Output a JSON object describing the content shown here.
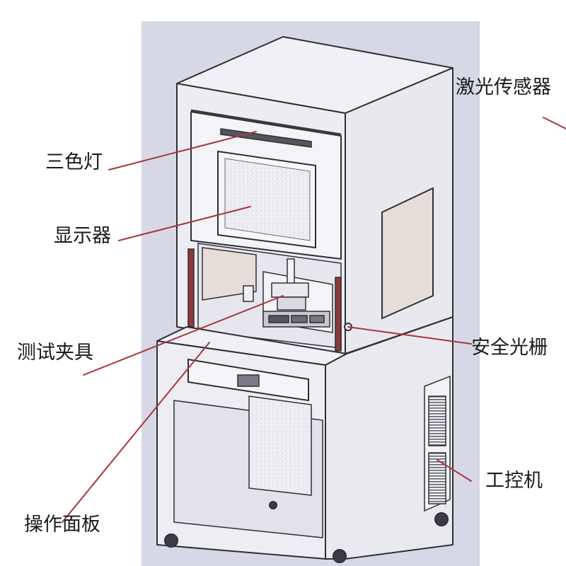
{
  "labels": {
    "laser_sensor": "激光传感器",
    "tri_color_light": "三色灯",
    "display": "显示器",
    "test_fixture": "测试夹具",
    "safety_light_curtain": "安全光栅",
    "industrial_pc": "工控机",
    "operation_panel": "操作面板"
  },
  "colors": {
    "backdrop": "#d7d8e6",
    "frame": "#ededf3",
    "window": "#e6dcd8",
    "curtain_bar": "#8c3a3a",
    "leader_line": "#a8353c",
    "outline": "#2f2f35"
  }
}
